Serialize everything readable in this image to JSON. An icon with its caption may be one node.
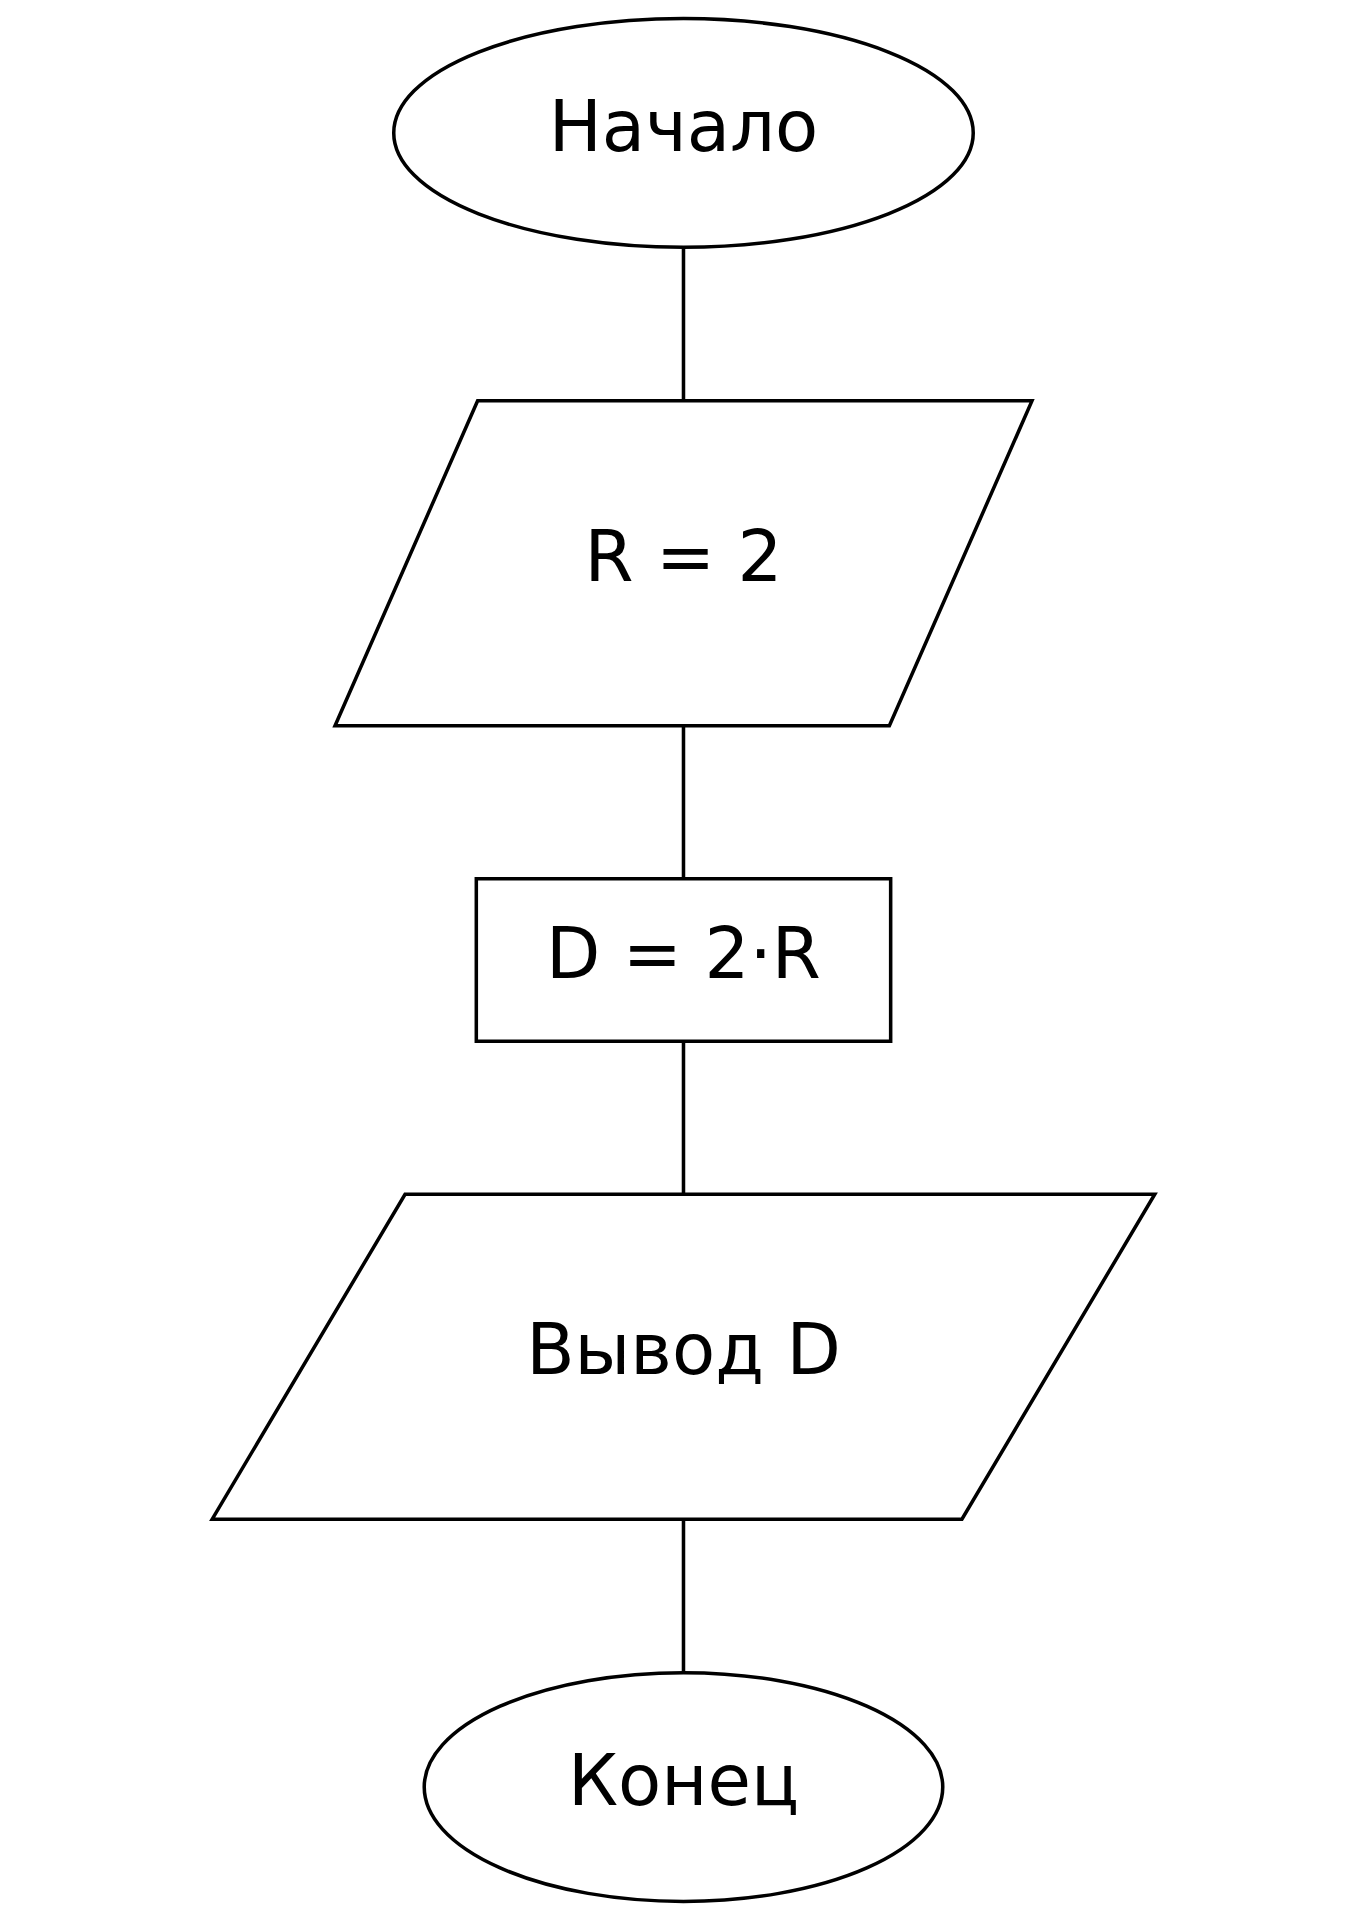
{
  "diagram": {
    "nodes": [
      {
        "text": [
          "Начало"
        ]
      },
      {
        "text": [
          "R = 2"
        ]
      },
      {
        "text": [
          "D = 2·R"
        ]
      },
      {
        "text": [
          "Вывод D"
        ]
      },
      {
        "text": [
          "Конец"
        ]
      }
    ],
    "edges": [
      {
        "from": 0,
        "to": 1,
        "arrow": "none"
      },
      {
        "from": 1,
        "to": 2,
        "arrow": "none"
      },
      {
        "from": 2,
        "to": 3,
        "arrow": "none"
      },
      {
        "from": 3,
        "to": 4,
        "arrow": "none"
      }
    ]
  }
}
